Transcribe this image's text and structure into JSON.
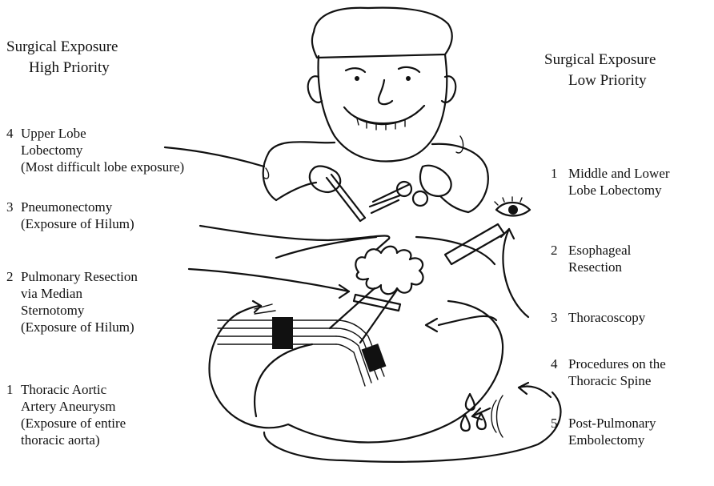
{
  "left_header": {
    "line1": "Surgical Exposure",
    "line2": "High Priority"
  },
  "right_header": {
    "line1": "Surgical Exposure",
    "line2": "Low Priority"
  },
  "left_items": [
    {
      "number": "4",
      "lines": [
        "Upper Lobe",
        "Lobectomy",
        "(Most difficult lobe exposure)"
      ]
    },
    {
      "number": "3",
      "lines": [
        "Pneumonectomy",
        "(Exposure of Hilum)"
      ]
    },
    {
      "number": "2",
      "lines": [
        "Pulmonary Resection",
        "via Median",
        "Sternotomy",
        "(Exposure of Hilum)"
      ]
    },
    {
      "number": "1",
      "lines": [
        "Thoracic Aortic",
        "Artery Aneurysm",
        "(Exposure of entire",
        "thoracic aorta)"
      ]
    }
  ],
  "right_items": [
    {
      "number": "1",
      "lines": [
        "Middle and Lower",
        "Lobe Lobectomy"
      ]
    },
    {
      "number": "2",
      "lines": [
        "Esophageal",
        "Resection"
      ]
    },
    {
      "number": "3",
      "lines": [
        "Thoracoscopy"
      ]
    },
    {
      "number": "4",
      "lines": [
        "Procedures on the",
        "Thoracic Spine"
      ]
    },
    {
      "number": "5",
      "lines": [
        "Post-Pulmonary",
        "Embolectomy"
      ]
    }
  ],
  "icons": {
    "eye": "eye-icon",
    "surgeon": "surgeon-figure",
    "heart": "heart-outline"
  }
}
